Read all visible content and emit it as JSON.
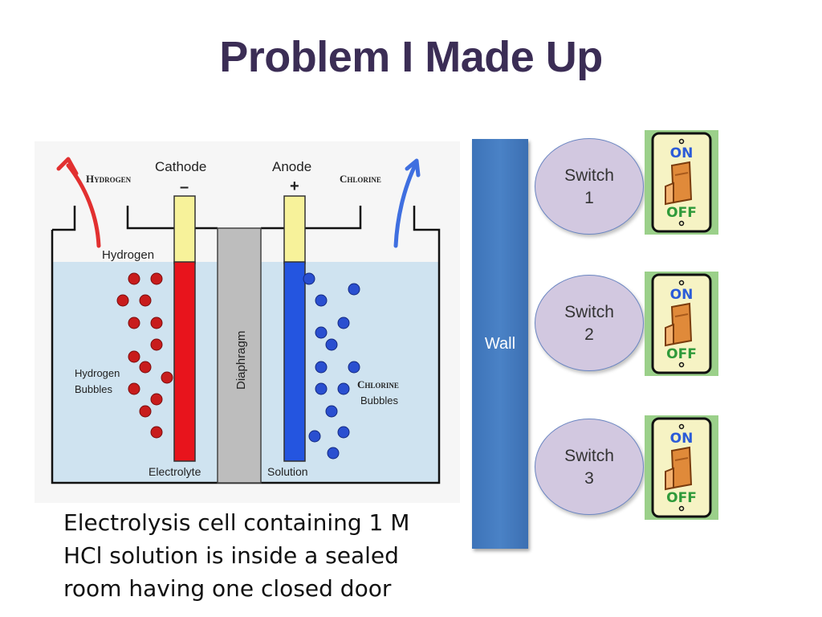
{
  "slide": {
    "title": "Problem I Made Up"
  },
  "diagram": {
    "labels": {
      "hydrogen_gas": "Hydrogen",
      "cathode": "Cathode",
      "cathode_sign": "–",
      "anode": "Anode",
      "anode_sign": "+",
      "chlorine_gas": "Chlorine",
      "hydrogen": "Hydrogen",
      "diaphragm": "Diaphragm",
      "hydrogen_bubbles_1": "Hydrogen",
      "hydrogen_bubbles_2": "Bubbles",
      "chlorine_bubbles_1": "Chlorine",
      "chlorine_bubbles_2": "Bubbles",
      "electrolyte": "Electrolyte",
      "solution": "Solution"
    },
    "colors": {
      "solution": "#cfe3f0",
      "cathode": "#e8141c",
      "anode": "#2455e0",
      "electrode_top": "#f7f29a",
      "diaphragm": "#bdbdbd",
      "hydrogen_arrow": "#e23030",
      "chlorine_arrow": "#3f6fe0"
    }
  },
  "caption": {
    "line1": "Electrolysis cell containing 1 M",
    "line2": "HCl solution is inside a sealed",
    "line3": "room having one closed door"
  },
  "wall": {
    "label": "Wall",
    "color": "#4a82c6"
  },
  "switches": [
    {
      "label": "Switch",
      "number": "1",
      "on_label": "ON",
      "off_label": "OFF",
      "icon": "toggle-switch-icon"
    },
    {
      "label": "Switch",
      "number": "2",
      "on_label": "ON",
      "off_label": "OFF",
      "icon": "toggle-switch-icon"
    },
    {
      "label": "Switch",
      "number": "3",
      "on_label": "ON",
      "off_label": "OFF",
      "icon": "toggle-switch-icon"
    }
  ]
}
